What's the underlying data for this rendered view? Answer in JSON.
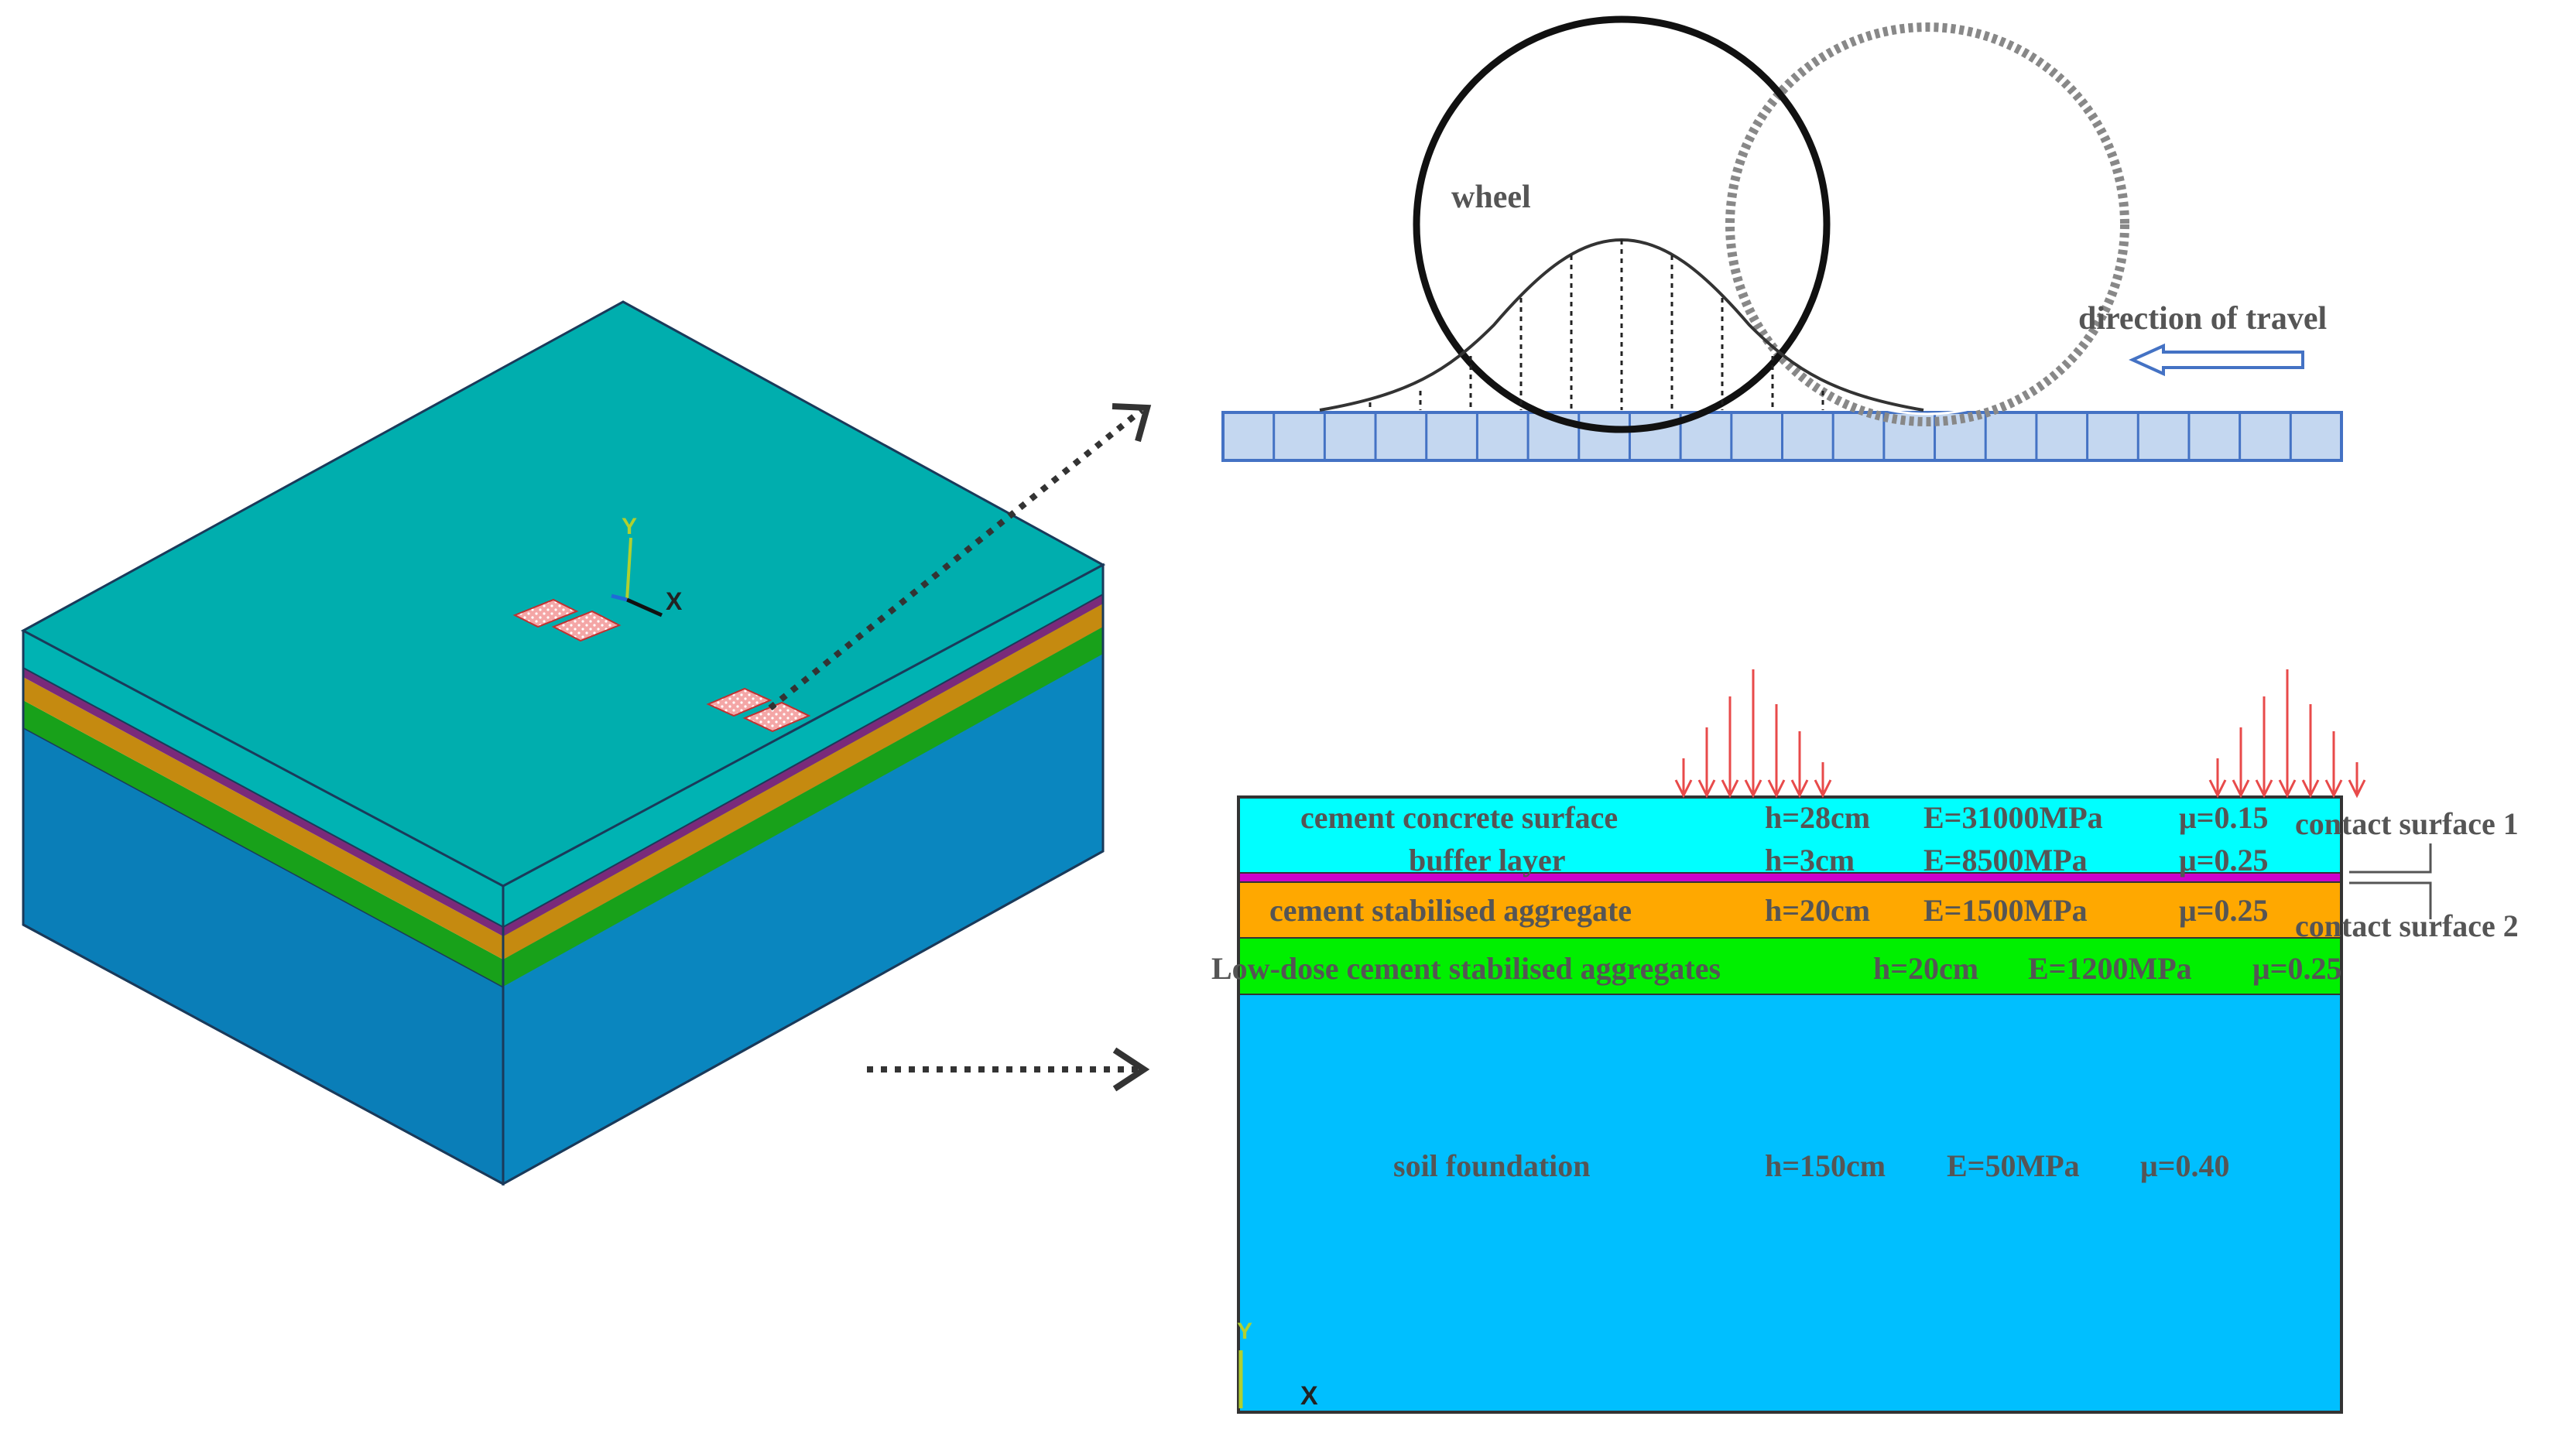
{
  "wheel_diagram": {
    "wheel_label": "wheel",
    "direction_label": "direction of travel"
  },
  "axes_3d": {
    "y_label": "Y",
    "x_label": "X"
  },
  "axes_2d": {
    "y_label": "Y",
    "x_label": "X"
  },
  "layers": [
    {
      "name": "cement concrete surface",
      "h": "h=28cm",
      "E": "E=31000MPa",
      "mu": "μ=0.15",
      "color": "#00FFFF"
    },
    {
      "name": "buffer layer",
      "h": "h=3cm",
      "E": "E=8500MPa",
      "mu": "μ=0.25",
      "color": "#CC00CC"
    },
    {
      "name": "cement stabilised aggregate",
      "h": "h=20cm",
      "E": "E=1500MPa",
      "mu": "μ=0.25",
      "color": "#FFA800"
    },
    {
      "name": "Low-dose cement stabilised aggregates",
      "h": "h=20cm",
      "E": "E=1200MPa",
      "mu": "μ=0.25",
      "color": "#00F000"
    },
    {
      "name": "soil foundation",
      "h": "h=150cm",
      "E": "E=50MPa",
      "mu": "μ=0.40",
      "color": "#00BFFF"
    }
  ],
  "contact_surfaces": [
    "contact surface 1",
    "contact surface 2"
  ],
  "colors": {
    "model_top": "#00AEAE",
    "model_front": "#0A7EB8",
    "model_right": "#0A86BF",
    "load_arrows": "#E84A4A",
    "tire_patch": "#F08080",
    "pressure_bar": "#C4D7F0",
    "pressure_bar_edge": "#4472C4"
  }
}
